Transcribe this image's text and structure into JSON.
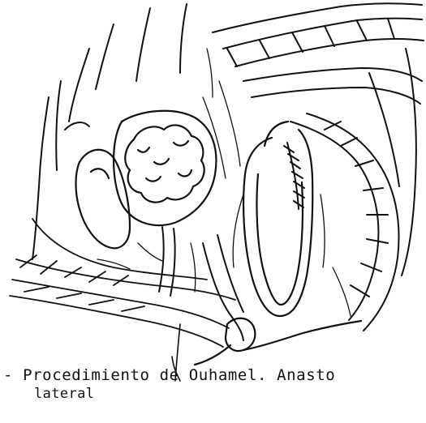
{
  "figure": {
    "illustration_name": "sagittal pelvic section drawing",
    "caption_line1": "- Procedimiento de Ouhamel. Anasto",
    "caption_line2": "lateral",
    "ink_color": "#111111",
    "paper_color": "#ffffff"
  }
}
